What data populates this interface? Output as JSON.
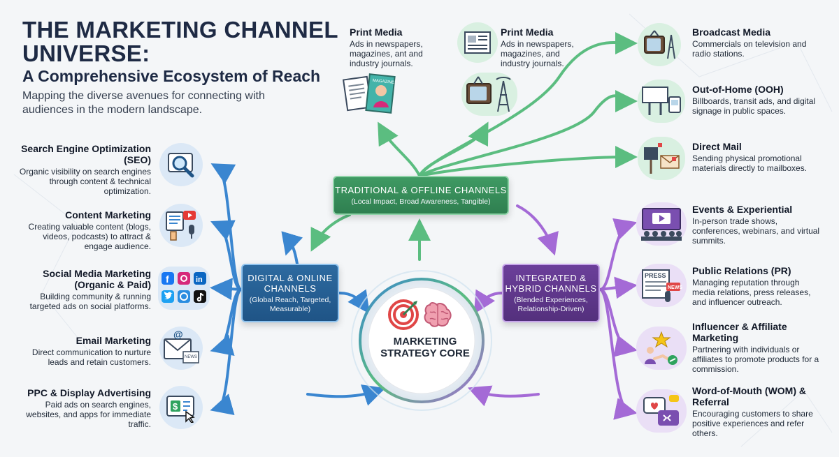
{
  "header": {
    "title": "THE MARKETING CHANNEL UNIVERSE:",
    "subtitle": "A Comprehensive Ecosystem of Reach",
    "tagline": "Mapping the diverse avenues for connecting with audiences in the modern landscape."
  },
  "core": {
    "label": "MARKETING STRATEGY CORE"
  },
  "hubs": {
    "traditional": {
      "title": "TRADITIONAL & OFFLINE CHANNELS",
      "subtitle": "(Local Impact, Broad Awareness, Tangible)",
      "color": "#3f9a63"
    },
    "digital": {
      "title": "DIGITAL & ONLINE CHANNELS",
      "subtitle": "(Global Reach, Targeted, Measurable)",
      "color": "#2d6aa0"
    },
    "integrated": {
      "title": "INTEGRATED & HYBRID CHANNELS",
      "subtitle": "(Blended Experiences, Relationship-Driven)",
      "color": "#6b3f9a"
    }
  },
  "digital_channels": [
    {
      "title": "Search Engine Optimization (SEO)",
      "desc": "Organic visibility on search engines through content & technical optimization.",
      "icon": "magnifier-icon"
    },
    {
      "title": "Content Marketing",
      "desc": "Creating valuable content (blogs, videos, podcasts) to attract & engage audience.",
      "icon": "content-icon"
    },
    {
      "title": "Social Media Marketing (Organic & Paid)",
      "desc": "Building community & running targeted ads on social platforms.",
      "icon": "social-icons"
    },
    {
      "title": "Email Marketing",
      "desc": "Direct communication to nurture leads and retain customers.",
      "icon": "envelope-icon"
    },
    {
      "title": "PPC & Display Advertising",
      "desc": "Paid ads on search engines, websites, and apps for immediate traffic.",
      "icon": "dollar-screen-icon"
    }
  ],
  "traditional_top": [
    {
      "title": "Print Media",
      "desc": "Ads in newspapers, magazines, ant and industry journals.",
      "icon": "magazine-icon",
      "magazine_text": "MAGAZINE"
    },
    {
      "title": "Print Media",
      "desc": "Ads in newspapers, magazines, and industry journals.",
      "icon": "newspaper-tv-icon"
    }
  ],
  "traditional_right": [
    {
      "title": "Broadcast Media",
      "desc": "Commercials on television and radio stations.",
      "icon": "tv-tower-icon"
    },
    {
      "title": "Out-of-Home (OOH)",
      "desc": "Billboards, transit ads, and digital signage in public spaces.",
      "icon": "billboard-icon"
    },
    {
      "title": "Direct Mail",
      "desc": "Sending physical promotional materials directly to mailboxes.",
      "icon": "mailbox-icon"
    }
  ],
  "integrated_channels": [
    {
      "title": "Events & Experiential",
      "desc": "In-person trade shows, conferences, webinars, and virtual summits.",
      "icon": "stage-icon"
    },
    {
      "title": "Public Relations (PR)",
      "desc": "Managing reputation through media relations, press releases, and influencer outreach.",
      "icon": "press-icon",
      "press_text": "PRESS",
      "news_text": "NEWS"
    },
    {
      "title": "Influencer & Affiliate Marketing",
      "desc": "Partnering with individuals or affiliates to promote products for a commission.",
      "icon": "handshake-icon"
    },
    {
      "title": "Word-of-Mouth (WOM) & Referral",
      "desc": "Encouraging customers to share positive experiences and refer others.",
      "icon": "chat-bubbles-icon"
    }
  ],
  "icon_text": {
    "news_small": "NEWS"
  },
  "colors": {
    "digital": "#3a86d0",
    "traditional": "#5bbd80",
    "integrated": "#a46ad6"
  }
}
